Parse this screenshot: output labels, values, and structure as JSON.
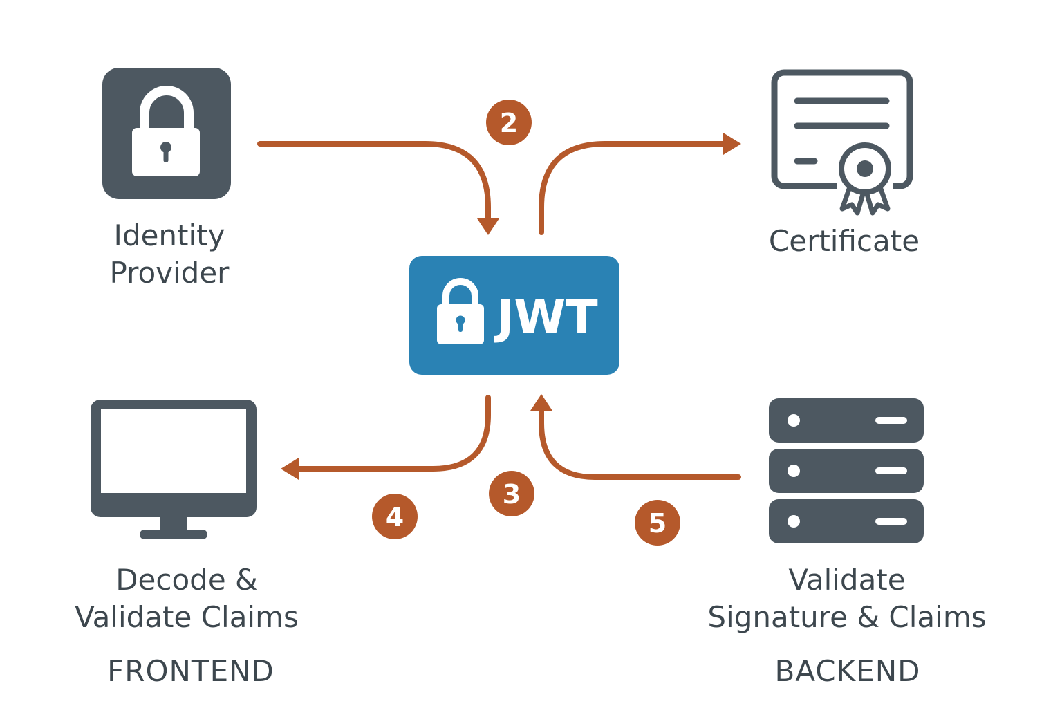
{
  "center": {
    "label": "JWT",
    "color": "#2a82b4"
  },
  "nodes": {
    "identity_provider": {
      "line1": "Identity",
      "line2": "Provider",
      "icon": "lock-icon"
    },
    "certificate": {
      "label": "Certificate",
      "icon": "certificate-icon"
    },
    "frontend": {
      "line1": "Decode &",
      "line2": "Validate Claims",
      "section": "FRONTEND",
      "icon": "monitor-icon"
    },
    "backend": {
      "line1": "Validate",
      "line2": "Signature & Claims",
      "section": "BACKEND",
      "icon": "server-icon"
    }
  },
  "steps": [
    "2",
    "3",
    "4",
    "5"
  ],
  "colors": {
    "arrow": "#b5592b",
    "icon": "#4d5861",
    "text": "#3d474e"
  }
}
